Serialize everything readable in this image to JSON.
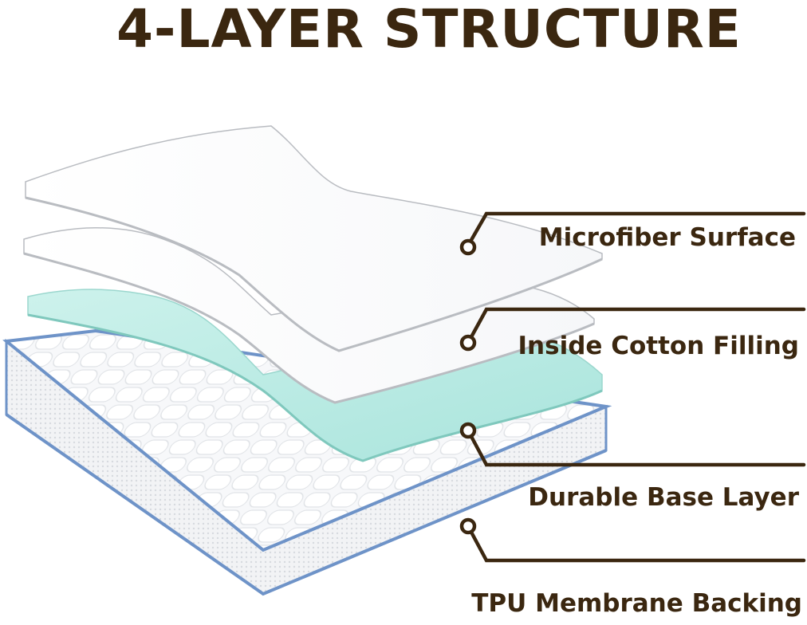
{
  "title": "4-LAYER STRUCTURE",
  "colors": {
    "brown": "#3b2710",
    "layer_white": "#ffffff",
    "layer_edge": "#b9bcc1",
    "foam_teal": "#b8ebe4",
    "mattress_blue": "#6e93c8",
    "quilt": "#eef0f3"
  },
  "layers": [
    {
      "label": "Microfiber Surface"
    },
    {
      "label": "Inside Cotton Filling"
    },
    {
      "label": "Durable Base Layer"
    },
    {
      "label": "TPU Membrane Backing"
    }
  ]
}
